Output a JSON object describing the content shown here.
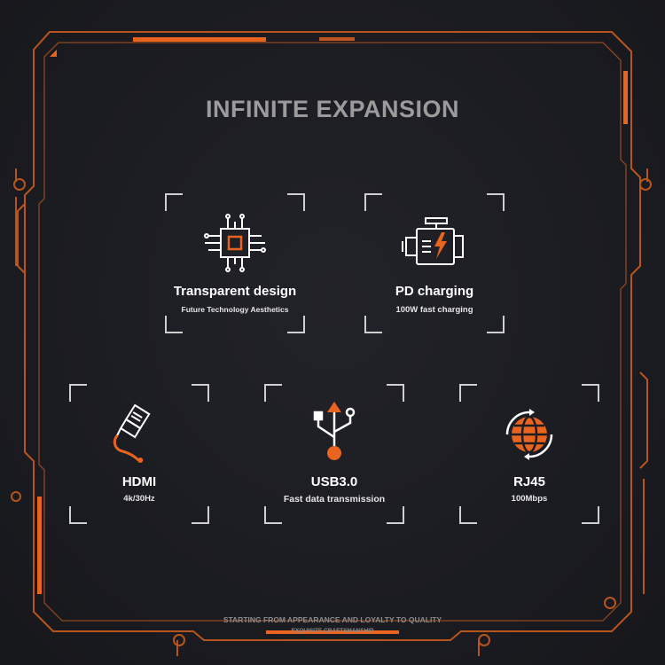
{
  "title": "INFINITE EXPANSION",
  "features": [
    {
      "title": "Transparent design",
      "subtitle": "Future Technology Aesthetics",
      "icon": "chip-icon"
    },
    {
      "title": "PD charging",
      "subtitle": "100W fast charging",
      "icon": "engine-charging-icon"
    },
    {
      "title": "HDMI",
      "subtitle": "4k/30Hz",
      "icon": "hdmi-cable-icon"
    },
    {
      "title": "USB3.0",
      "subtitle": "Fast data transmission",
      "icon": "usb-icon"
    },
    {
      "title": "RJ45",
      "subtitle": "100Mbps",
      "icon": "network-globe-icon"
    }
  ],
  "footer": {
    "line1": "STARTING FROM APPEARANCE AND LOYALTY TO QUALITY",
    "line2": "EXQUISITE CRAFTSMANSHIP"
  },
  "colors": {
    "background": "#1c1d22",
    "accent": "#e8641f",
    "frame": "#b8551c",
    "text": "#ffffff",
    "title": "#9b9b9b"
  }
}
